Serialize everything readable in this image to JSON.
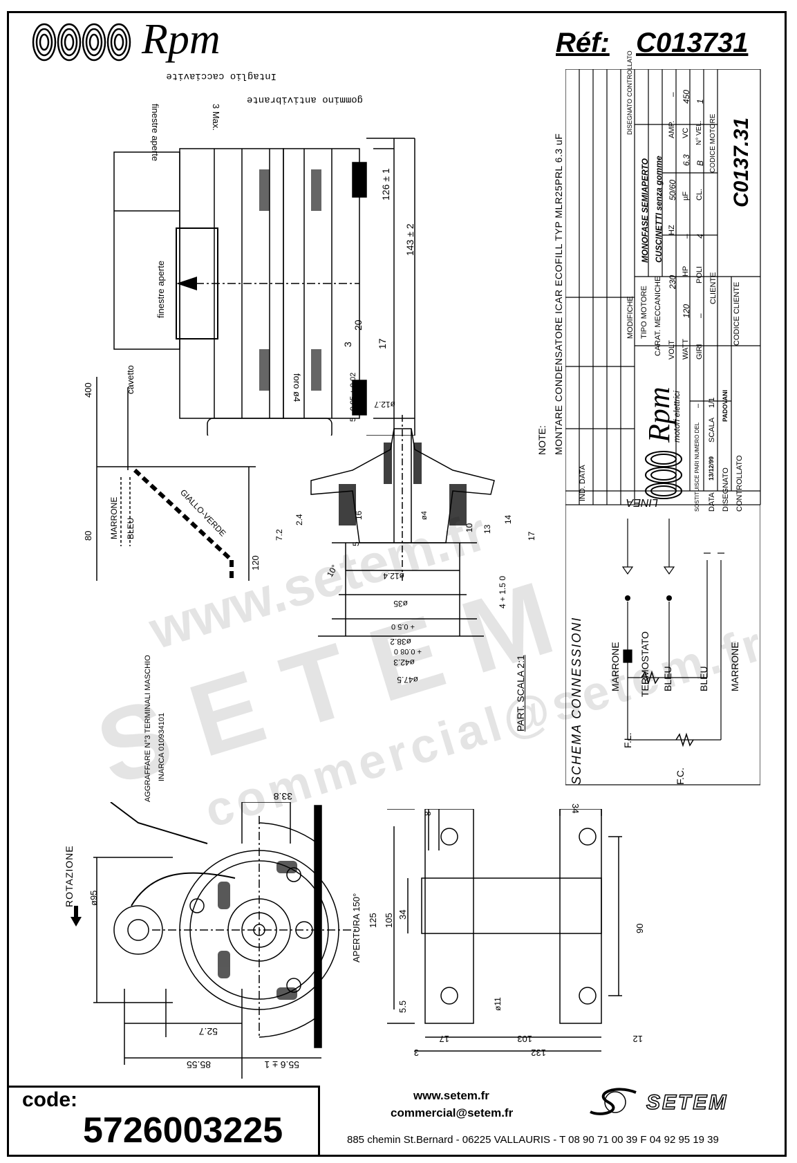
{
  "header": {
    "logo_text": "Rpm",
    "ref_label": "Réf:",
    "ref_value": "C013731"
  },
  "drawing": {
    "callouts": {
      "finestre_aperte_top": "finestre aperte",
      "intaglio": "Intaglio cacciavite",
      "gommino": "gommino antivibrante",
      "three_max": "3 Max.",
      "foro": "foro ø4",
      "finestre_aperte_bottom": "finestre aperte"
    },
    "dims_side": [
      "126 ± 1",
      "143 ± 2",
      "20",
      "3",
      "17"
    ],
    "wires": {
      "cavetto": "cavetto",
      "len_400": "400",
      "len_80": "80",
      "len_120": "120",
      "marrone": "MARRONE",
      "bleu": "BLEU",
      "giallo_verde": "GIALLO-VERDE",
      "aggraffare": "AGGRAFFARE N°3 TERMINALI MASCHIO",
      "inarca": "INARCA 010934101"
    },
    "part_detail": {
      "d127": "ø12.7",
      "tol_top": "5 - 0.05 + 0.02",
      "d124": "ø12.4",
      "d35": "ø35",
      "d382": "ø38.2",
      "d423": "ø42.3",
      "d475": "ø47.5",
      "tol_05": "+ 0.5 0",
      "tol_008": "+ 0.08 0",
      "h24": "2.4",
      "h72": "7.2",
      "h16": "16",
      "h5": "5",
      "h4": "ø4",
      "h10": "10",
      "h13": "13",
      "h14": "14",
      "h17": "17",
      "h4015": "4 + 1.5 0",
      "angle": "10°",
      "scale_label": "PART. SCALA 2:1"
    },
    "note": "NOTE:",
    "note_text": "MONTARE CONDENSATORE ICAR ECOFILL TYP MLR25PRL 6.3 uF",
    "front": {
      "rotazione": "ROTAZIONE",
      "d95": "ø95",
      "d338": "33.8",
      "d527": "52.7",
      "d8555": "85.55",
      "d556": "55.6 ± 1",
      "apertura": "APERTURA 150°"
    },
    "bracket": {
      "d8": "8",
      "d34_top": "34",
      "d125": "125",
      "d105": "105",
      "d34": "34",
      "d55": "5.5",
      "d11": "ø11",
      "d90": "90",
      "d17": "17",
      "d103": "103",
      "d12": "12",
      "d132": "132",
      "d3": "3"
    }
  },
  "title_block": {
    "modifiche": "MODIFICHE",
    "ind": "IND.",
    "data_col": "DATA",
    "disegnato": "DISEGNATO",
    "controllato": "CONTROLLATO",
    "tipo_motore_label": "TIPO MOTORE",
    "tipo_motore_value": "MONOFASE SEMIAPERTO",
    "carat_label": "CARAT. MECCANICHE",
    "carat_value": "CUSCINETTI senza gomme",
    "volt_label": "VOLT",
    "volt_value": "230",
    "hz_label": "HZ",
    "hz_value": "50/60",
    "amp_label": "AMP.",
    "amp_value": "–",
    "watt_label": "WATT",
    "watt_value": "120",
    "hp_label": "HP",
    "hp_value": "–",
    "uf_label": "µF",
    "uf_value": "6.3",
    "vc_label": "VC",
    "vc_value": "450",
    "giri_label": "GIRI",
    "giri_value": "–",
    "poli_label": "POLI",
    "poli_value": "4",
    "cl_label": "CL.",
    "cl_value": "B",
    "nvel_label": "N° VEL.",
    "nvel_value": "1",
    "cliente_label": "CLIENTE",
    "codice_motore_label": "CODICE MOTORE",
    "codice_motore_value": "C0137.31",
    "codice_cliente_label": "CODICE CLIENTE",
    "logo_text": "Rpm",
    "logo_sub": "motori elettrici",
    "sostituisce_label": "SOSTITUISCE PARI NUMERO DEL",
    "sostituisce_value": "–",
    "data_label": "DATA",
    "data_value": "13/12/99",
    "scala_label": "SCALA",
    "scala_value": "1/1",
    "disegnato_label": "DISEGNATO",
    "disegnato_value": "PADOVANI",
    "controllato_label": "CONTROLLATO"
  },
  "schema": {
    "title": "SCHEMA CONNESSIONI",
    "linea": "LINEA",
    "marrone1": "MARRONE",
    "termostato": "TERMOSTATO",
    "bleu1": "BLEU",
    "bleu2": "BLEU",
    "marrone2": "MARRONE",
    "fl": "F.L.",
    "fc": "F.C."
  },
  "watermark": {
    "line1": "www.setem.fr",
    "line2": "SETEM",
    "line3": "commercial@setem.fr"
  },
  "footer": {
    "code_label": "code:",
    "code_value": "5726003225",
    "web": "www.setem.fr",
    "email": "commercial@setem.fr",
    "brand": "SETEM",
    "address": "885 chemin St.Bernard  -  06225 VALLAURIS  -  T 08 90 71 00 39  F 04 92 95 19 39"
  }
}
